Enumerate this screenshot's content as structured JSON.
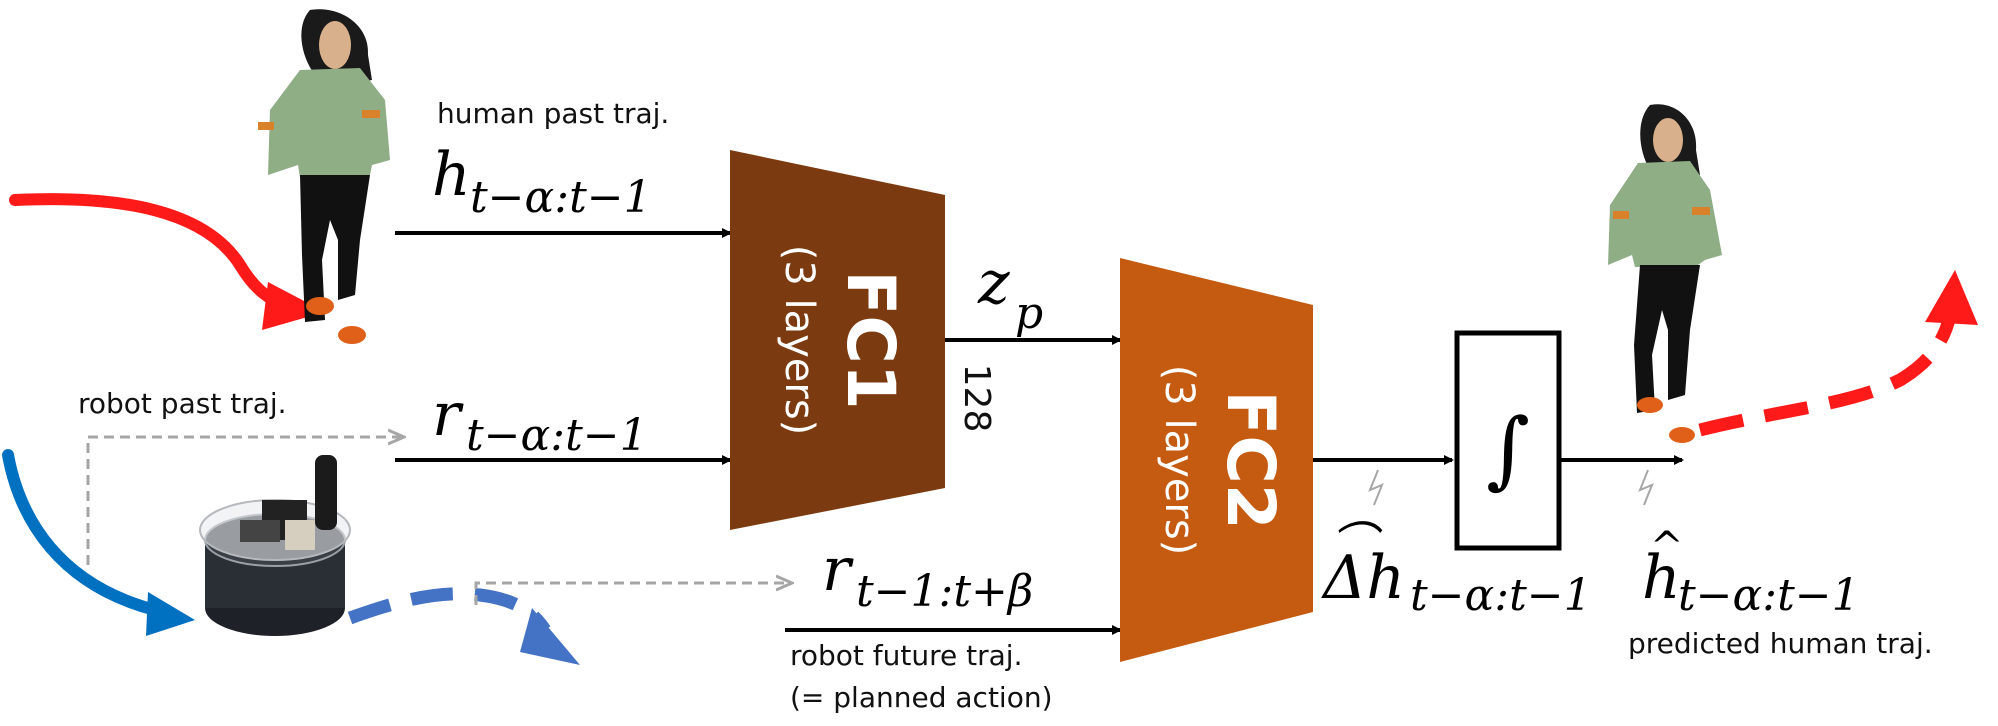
{
  "labels": {
    "human_past": "human past traj.",
    "robot_past": "robot past traj.",
    "robot_future_1": "robot future traj.",
    "robot_future_2": "(= planned action)",
    "predicted": "predicted human traj.",
    "dim_128": "128"
  },
  "blocks": {
    "fc1": {
      "title": "FC1",
      "sub": "(3 layers)",
      "color": "#7b3a0f"
    },
    "fc2": {
      "title": "FC2",
      "sub": "(3 layers)",
      "color": "#c55a11"
    }
  },
  "integrator": {
    "symbol": "∫"
  },
  "math": {
    "h_past": {
      "base": "h",
      "sub": "t−α:t−1"
    },
    "r_past": {
      "base": "r",
      "sub": "t−α:t−1"
    },
    "r_future": {
      "base": "r",
      "sub": "t−1:t+β"
    },
    "z_p": {
      "base": "z",
      "sub": "p"
    },
    "delta_h": {
      "base": "Δh",
      "hat": "⌒",
      "sub": "t−α:t−1"
    },
    "h_hat": {
      "base": "h",
      "hat": "^",
      "sub": "t−α:t−1"
    }
  },
  "colors": {
    "human_traj": "#ff1a1a",
    "robot_traj": "#0070c0",
    "robot_future": "#4472c4",
    "dashed_gray": "#a6a6a6"
  }
}
